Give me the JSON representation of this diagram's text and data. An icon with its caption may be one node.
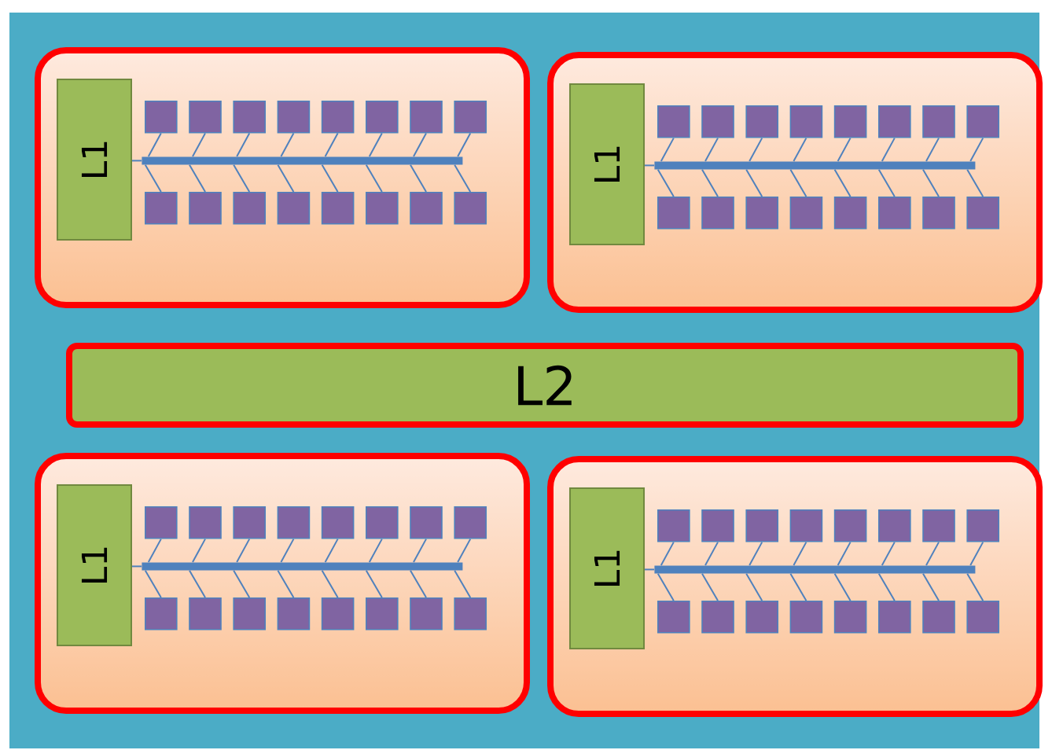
{
  "diagram": {
    "nodes": [
      {
        "text": [],
        "shape": "box"
      },
      {
        "text": [
          "L1"
        ],
        "in": 0
      },
      {
        "text": [],
        "shape": "box",
        "in": 0
      },
      {
        "text": [],
        "shape": "box",
        "in": 0
      },
      {
        "text": [],
        "shape": "box",
        "in": 0
      },
      {
        "text": [],
        "shape": "box",
        "in": 0
      },
      {
        "text": [],
        "shape": "box",
        "in": 0
      },
      {
        "text": [],
        "shape": "box",
        "in": 0
      },
      {
        "text": [],
        "shape": "box",
        "in": 0
      },
      {
        "text": [],
        "shape": "box",
        "in": 0
      },
      {
        "text": [],
        "shape": "bar",
        "in": 0
      },
      {
        "text": [],
        "shape": "box",
        "in": 0
      },
      {
        "text": [],
        "shape": "box",
        "in": 0
      },
      {
        "text": [],
        "shape": "box",
        "in": 0
      },
      {
        "text": [],
        "shape": "box",
        "in": 0
      },
      {
        "text": [],
        "shape": "box",
        "in": 0
      },
      {
        "text": [],
        "shape": "box",
        "in": 0
      },
      {
        "text": [],
        "shape": "box",
        "in": 0
      },
      {
        "text": [],
        "shape": "box",
        "in": 0
      },
      {
        "text": [],
        "shape": "box"
      },
      {
        "text": [
          "L1"
        ],
        "in": 19
      },
      {
        "text": [],
        "shape": "box",
        "in": 19
      },
      {
        "text": [],
        "shape": "box",
        "in": 19
      },
      {
        "text": [],
        "shape": "box",
        "in": 19
      },
      {
        "text": [],
        "shape": "box",
        "in": 19
      },
      {
        "text": [],
        "shape": "box",
        "in": 19
      },
      {
        "text": [],
        "shape": "box",
        "in": 19
      },
      {
        "text": [],
        "shape": "box",
        "in": 19
      },
      {
        "text": [],
        "shape": "box",
        "in": 19
      },
      {
        "text": [],
        "shape": "bar",
        "in": 19
      },
      {
        "text": [],
        "shape": "box",
        "in": 19
      },
      {
        "text": [],
        "shape": "box",
        "in": 19
      },
      {
        "text": [],
        "shape": "box",
        "in": 19
      },
      {
        "text": [],
        "shape": "box",
        "in": 19
      },
      {
        "text": [],
        "shape": "box",
        "in": 19
      },
      {
        "text": [],
        "shape": "box",
        "in": 19
      },
      {
        "text": [],
        "shape": "box",
        "in": 19
      },
      {
        "text": [],
        "shape": "box",
        "in": 19
      },
      {
        "text": [
          "L2"
        ]
      },
      {
        "text": [],
        "shape": "box"
      },
      {
        "text": [
          "L1"
        ],
        "in": 39
      },
      {
        "text": [],
        "shape": "box",
        "in": 39
      },
      {
        "text": [],
        "shape": "box",
        "in": 39
      },
      {
        "text": [],
        "shape": "box",
        "in": 39
      },
      {
        "text": [],
        "shape": "box",
        "in": 39
      },
      {
        "text": [],
        "shape": "box",
        "in": 39
      },
      {
        "text": [],
        "shape": "box",
        "in": 39
      },
      {
        "text": [],
        "shape": "box",
        "in": 39
      },
      {
        "text": [],
        "shape": "box",
        "in": 39
      },
      {
        "text": [],
        "shape": "bar",
        "in": 39
      },
      {
        "text": [],
        "shape": "box",
        "in": 39
      },
      {
        "text": [],
        "shape": "box",
        "in": 39
      },
      {
        "text": [],
        "shape": "box",
        "in": 39
      },
      {
        "text": [],
        "shape": "box",
        "in": 39
      },
      {
        "text": [],
        "shape": "box",
        "in": 39
      },
      {
        "text": [],
        "shape": "box",
        "in": 39
      },
      {
        "text": [],
        "shape": "box",
        "in": 39
      },
      {
        "text": [],
        "shape": "box",
        "in": 39
      },
      {
        "text": [],
        "shape": "box"
      },
      {
        "text": [
          "L1"
        ],
        "in": 58
      },
      {
        "text": [],
        "shape": "box",
        "in": 58
      },
      {
        "text": [],
        "shape": "box",
        "in": 58
      },
      {
        "text": [],
        "shape": "box",
        "in": 58
      },
      {
        "text": [],
        "shape": "box",
        "in": 58
      },
      {
        "text": [],
        "shape": "box",
        "in": 58
      },
      {
        "text": [],
        "shape": "box",
        "in": 58
      },
      {
        "text": [],
        "shape": "box",
        "in": 58
      },
      {
        "text": [],
        "shape": "box",
        "in": 58
      },
      {
        "text": [],
        "shape": "bar",
        "in": 58
      },
      {
        "text": [],
        "shape": "box",
        "in": 58
      },
      {
        "text": [],
        "shape": "box",
        "in": 58
      },
      {
        "text": [],
        "shape": "box",
        "in": 58
      },
      {
        "text": [],
        "shape": "box",
        "in": 58
      },
      {
        "text": [],
        "shape": "box",
        "in": 58
      },
      {
        "text": [],
        "shape": "box",
        "in": 58
      },
      {
        "text": [],
        "shape": "box",
        "in": 58
      },
      {
        "text": [],
        "shape": "box",
        "in": 58
      }
    ],
    "edges": [
      {
        "from": 1,
        "to": 10,
        "arrow": "none"
      },
      {
        "from": 2,
        "to": 10,
        "arrow": "none"
      },
      {
        "from": 3,
        "to": 10,
        "arrow": "none"
      },
      {
        "from": 4,
        "to": 10,
        "arrow": "none"
      },
      {
        "from": 5,
        "to": 10,
        "arrow": "none"
      },
      {
        "from": 6,
        "to": 10,
        "arrow": "none"
      },
      {
        "from": 7,
        "to": 10,
        "arrow": "none"
      },
      {
        "from": 8,
        "to": 10,
        "arrow": "none"
      },
      {
        "from": 9,
        "to": 10,
        "arrow": "none"
      },
      {
        "from": 11,
        "to": 10,
        "arrow": "none"
      },
      {
        "from": 12,
        "to": 10,
        "arrow": "none"
      },
      {
        "from": 13,
        "to": 10,
        "arrow": "none"
      },
      {
        "from": 14,
        "to": 10,
        "arrow": "none"
      },
      {
        "from": 15,
        "to": 10,
        "arrow": "none"
      },
      {
        "from": 16,
        "to": 10,
        "arrow": "none"
      },
      {
        "from": 17,
        "to": 10,
        "arrow": "none"
      },
      {
        "from": 18,
        "to": 10,
        "arrow": "none"
      },
      {
        "from": 20,
        "to": 29,
        "arrow": "none"
      },
      {
        "from": 21,
        "to": 29,
        "arrow": "none"
      },
      {
        "from": 22,
        "to": 29,
        "arrow": "none"
      },
      {
        "from": 23,
        "to": 29,
        "arrow": "none"
      },
      {
        "from": 24,
        "to": 29,
        "arrow": "none"
      },
      {
        "from": 25,
        "to": 29,
        "arrow": "none"
      },
      {
        "from": 26,
        "to": 29,
        "arrow": "none"
      },
      {
        "from": 27,
        "to": 29,
        "arrow": "none"
      },
      {
        "from": 28,
        "to": 29,
        "arrow": "none"
      },
      {
        "from": 30,
        "to": 29,
        "arrow": "none"
      },
      {
        "from": 31,
        "to": 29,
        "arrow": "none"
      },
      {
        "from": 32,
        "to": 29,
        "arrow": "none"
      },
      {
        "from": 33,
        "to": 29,
        "arrow": "none"
      },
      {
        "from": 34,
        "to": 29,
        "arrow": "none"
      },
      {
        "from": 35,
        "to": 29,
        "arrow": "none"
      },
      {
        "from": 36,
        "to": 29,
        "arrow": "none"
      },
      {
        "from": 37,
        "to": 29,
        "arrow": "none"
      },
      {
        "from": 40,
        "to": 49,
        "arrow": "none"
      },
      {
        "from": 41,
        "to": 49,
        "arrow": "none"
      },
      {
        "from": 42,
        "to": 49,
        "arrow": "none"
      },
      {
        "from": 43,
        "to": 49,
        "arrow": "none"
      },
      {
        "from": 44,
        "to": 49,
        "arrow": "none"
      },
      {
        "from": 45,
        "to": 49,
        "arrow": "none"
      },
      {
        "from": 46,
        "to": 49,
        "arrow": "none"
      },
      {
        "from": 47,
        "to": 49,
        "arrow": "none"
      },
      {
        "from": 48,
        "to": 49,
        "arrow": "none"
      },
      {
        "from": 50,
        "to": 49,
        "arrow": "none"
      },
      {
        "from": 51,
        "to": 49,
        "arrow": "none"
      },
      {
        "from": 52,
        "to": 49,
        "arrow": "none"
      },
      {
        "from": 53,
        "to": 49,
        "arrow": "none"
      },
      {
        "from": 54,
        "to": 49,
        "arrow": "none"
      },
      {
        "from": 55,
        "to": 49,
        "arrow": "none"
      },
      {
        "from": 56,
        "to": 49,
        "arrow": "none"
      },
      {
        "from": 57,
        "to": 49,
        "arrow": "none"
      },
      {
        "from": 59,
        "to": 68,
        "arrow": "none"
      },
      {
        "from": 60,
        "to": 68,
        "arrow": "none"
      },
      {
        "from": 61,
        "to": 68,
        "arrow": "none"
      },
      {
        "from": 62,
        "to": 68,
        "arrow": "none"
      },
      {
        "from": 63,
        "to": 68,
        "arrow": "none"
      },
      {
        "from": 64,
        "to": 68,
        "arrow": "none"
      },
      {
        "from": 65,
        "to": 68,
        "arrow": "none"
      },
      {
        "from": 66,
        "to": 68,
        "arrow": "none"
      },
      {
        "from": 67,
        "to": 68,
        "arrow": "none"
      },
      {
        "from": 69,
        "to": 68,
        "arrow": "none"
      },
      {
        "from": 70,
        "to": 68,
        "arrow": "none"
      },
      {
        "from": 71,
        "to": 68,
        "arrow": "none"
      },
      {
        "from": 72,
        "to": 68,
        "arrow": "none"
      },
      {
        "from": 73,
        "to": 68,
        "arrow": "none"
      },
      {
        "from": 74,
        "to": 68,
        "arrow": "none"
      },
      {
        "from": 75,
        "to": 68,
        "arrow": "none"
      },
      {
        "from": 76,
        "to": 68,
        "arrow": "none"
      }
    ]
  }
}
